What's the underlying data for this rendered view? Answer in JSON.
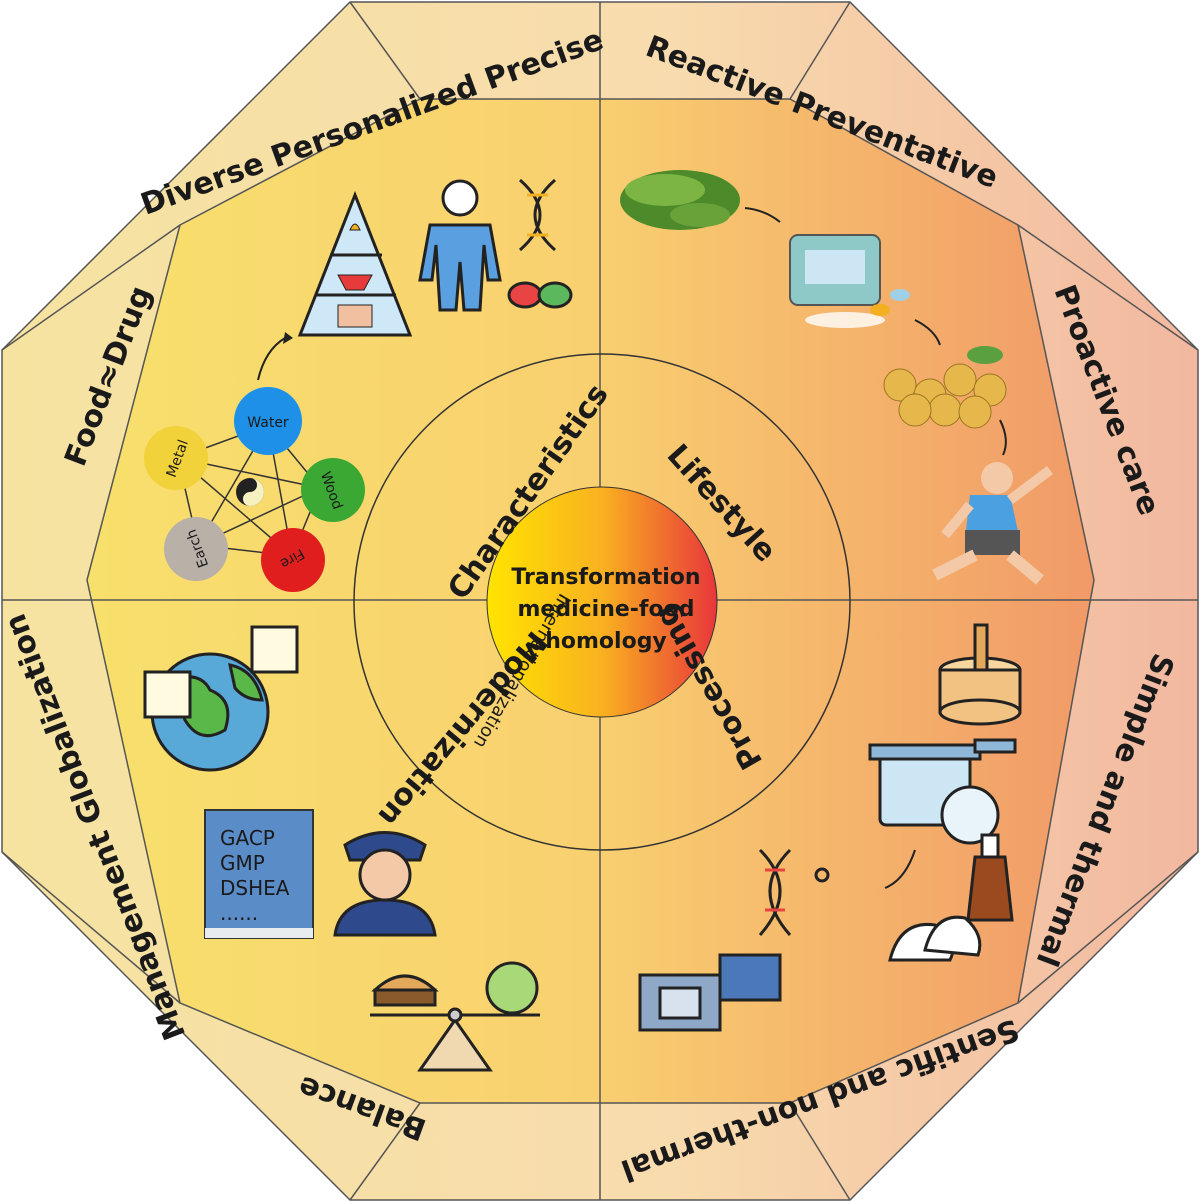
{
  "center": {
    "line1": "Transformation",
    "line2": "medicine-food",
    "line3": "homology"
  },
  "ring": {
    "characteristics": "Characteristics",
    "lifestyle": "Lifestyle",
    "processing": "Processing",
    "modernization": "Modernization",
    "internationalization": "Internationalization"
  },
  "border": {
    "top_left": "Diverse  Personalized  Precise",
    "top_right": "Reactive    Preventative",
    "right_top": "Proactive care",
    "right_bottom": "Simple and  thermal",
    "bottom_right": "Sentific and non-thermal",
    "bottom_left": "Balance",
    "left_bottom": "Management Globalization",
    "left_top": "Food≈Drug"
  },
  "five_elements": {
    "water": "Water",
    "wood": "Wood",
    "fire": "Fire",
    "earth": "Earch",
    "metal": "Metal"
  },
  "regulations": [
    "GACP",
    "GMP",
    "DSHEA",
    "......"
  ],
  "colors": {
    "water": "#1e90e8",
    "wood": "#3aa832",
    "fire": "#e01e1e",
    "earth": "#b9b0a8",
    "metal": "#f2d23a",
    "left_bg": "#f7df6a",
    "right_bg": "#f4a060"
  }
}
